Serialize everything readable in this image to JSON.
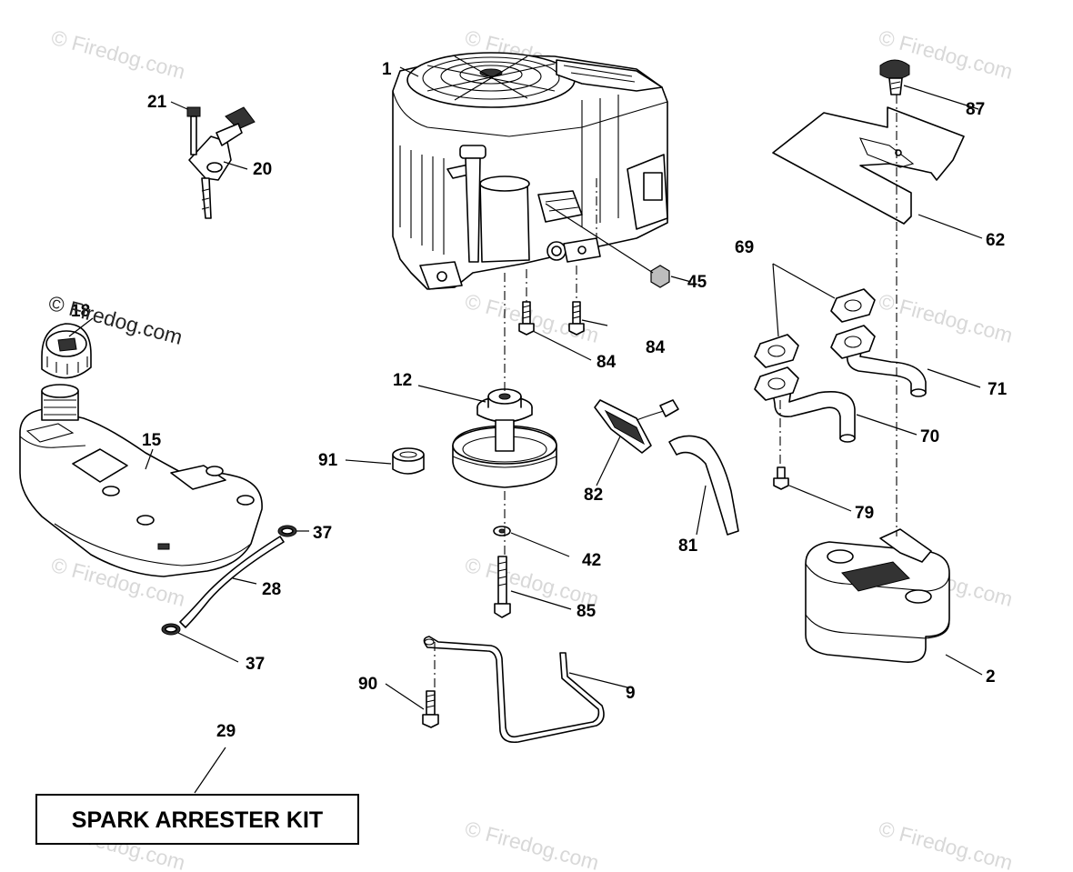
{
  "watermark": "© Firedog.com",
  "watermark_overlay": "© Firedog.com",
  "kit_label": "SPARK ARRESTER KIT",
  "callouts": {
    "c1": "1",
    "c2": "2",
    "c9": "9",
    "c12": "12",
    "c15": "15",
    "c18": "18",
    "c20": "20",
    "c21": "21",
    "c28": "28",
    "c29": "29",
    "c37a": "37",
    "c37b": "37",
    "c42": "42",
    "c45": "45",
    "c62": "62",
    "c69": "69",
    "c70": "70",
    "c71": "71",
    "c79": "79",
    "c81": "81",
    "c82": "82",
    "c84a": "84",
    "c84b": "84",
    "c85": "85",
    "c87": "87",
    "c90": "90",
    "c91": "91"
  },
  "colors": {
    "line": "#000000",
    "watermark": "#d8d8d8",
    "background": "#ffffff"
  }
}
